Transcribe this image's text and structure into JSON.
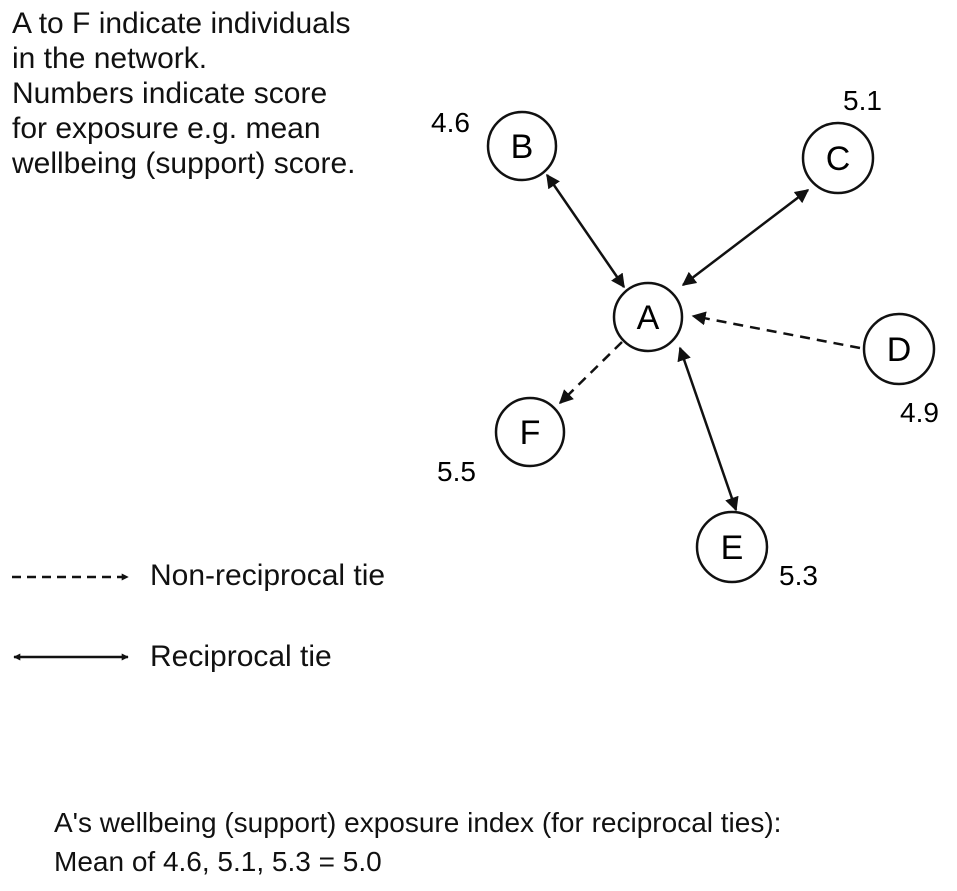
{
  "caption": {
    "lines": [
      "A to F indicate individuals",
      "in the network.",
      "Numbers indicate score",
      "for exposure e.g. mean",
      "wellbeing (support) score."
    ]
  },
  "nodes": {
    "A": {
      "label": "A",
      "score": ""
    },
    "B": {
      "label": "B",
      "score": "4.6"
    },
    "C": {
      "label": "C",
      "score": "5.1"
    },
    "D": {
      "label": "D",
      "score": "4.9"
    },
    "E": {
      "label": "E",
      "score": "5.3"
    },
    "F": {
      "label": "F",
      "score": "5.5"
    }
  },
  "edges": [
    {
      "from": "A",
      "to": "B",
      "type": "reciprocal"
    },
    {
      "from": "A",
      "to": "C",
      "type": "reciprocal"
    },
    {
      "from": "A",
      "to": "E",
      "type": "reciprocal"
    },
    {
      "from": "D",
      "to": "A",
      "type": "non-reciprocal"
    },
    {
      "from": "A",
      "to": "F",
      "type": "non-reciprocal"
    }
  ],
  "legend": {
    "non_reciprocal": "Non-reciprocal tie",
    "reciprocal": "Reciprocal tie"
  },
  "footer": {
    "line1": "A's wellbeing (support) exposure index (for reciprocal ties):",
    "line2": "Mean of 4.6, 5.1, 5.3 = 5.0"
  }
}
